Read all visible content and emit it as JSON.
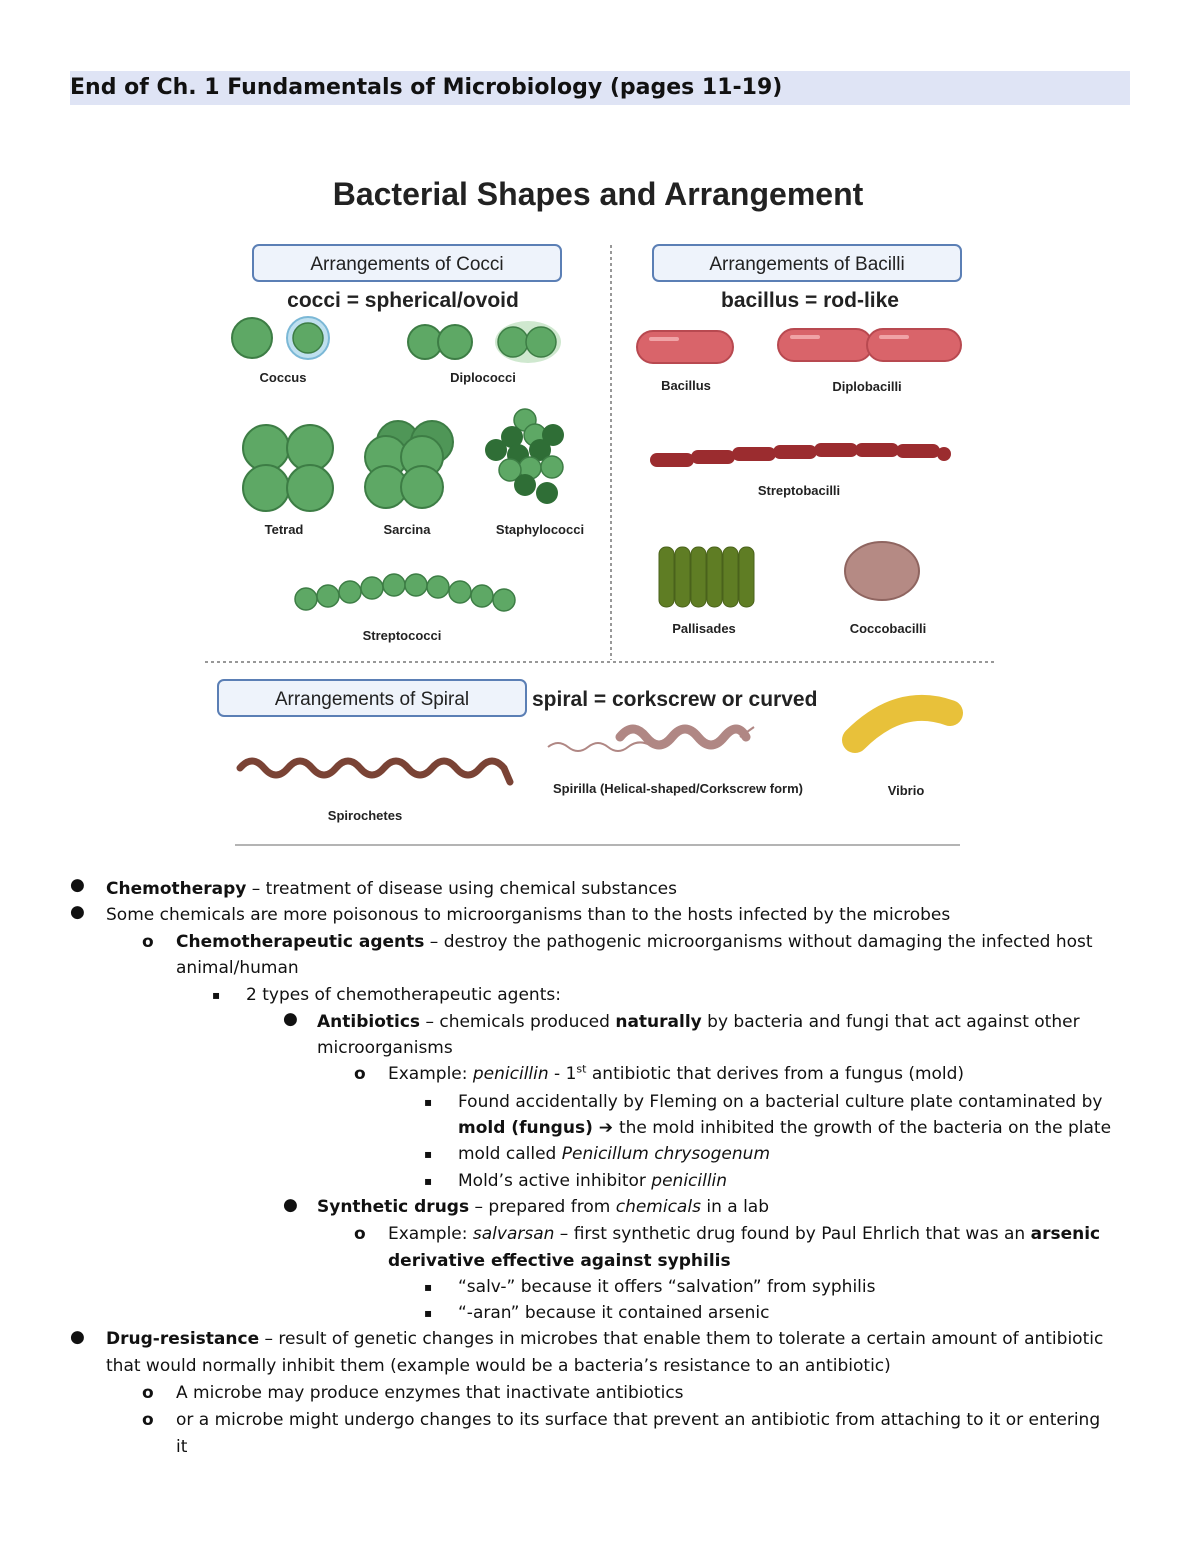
{
  "heading": "End of Ch. 1 Fundamentals of Microbiology (pages 11-19)",
  "figure": {
    "title": "Bacterial Shapes and Arrangement",
    "cocci_box": "Arrangements of Cocci",
    "cocci_def": "cocci = spherical/ovoid",
    "bacilli_box": "Arrangements of Bacilli",
    "bacilli_def": "bacillus = rod-like",
    "spiral_box": "Arrangements of Spiral",
    "spiral_def": "spiral = corkscrew or curved",
    "labels": {
      "coccus": "Coccus",
      "diplococci": "Diplococci",
      "tetrad": "Tetrad",
      "sarcina": "Sarcina",
      "staphylococci": "Staphylococci",
      "streptococci": "Streptococci",
      "bacillus": "Bacillus",
      "diplobacilli": "Diplobacilli",
      "streptobacilli": "Streptobacilli",
      "pallisades": "Pallisades",
      "coccobacilli": "Coccobacilli",
      "spirochetes": "Spirochetes",
      "spirilla": "Spirilla (Helical-shaped/Corkscrew form)",
      "vibrio": "Vibrio"
    }
  },
  "notes": {
    "chemo_term": "Chemotherapy",
    "chemo_def": " – treatment of disease using chemical substances",
    "poison": "Some chemicals are more poisonous to microorganisms than to the hosts infected by the microbes",
    "agents_term": "Chemotherapeutic agents",
    "agents_def1": " – destroy the pathogenic microorganisms without damaging the infected host",
    "agents_def2": "animal/human",
    "two_types": "2 types of chemotherapeutic agents:",
    "antibiotics_term": "Antibiotics",
    "antibiotics_def_a": " – chemicals produced ",
    "antibiotics_def_bold": "naturally",
    "antibiotics_def_b": " by bacteria and fungi that act against other",
    "antibiotics_def2": "microorganisms",
    "example_label": "Example: ",
    "penicillin": "penicillin",
    "penicillin_rest_a": "  - 1",
    "penicillin_sup": "st",
    "penicillin_rest_b": " antibiotic that derives from a fungus (mold)",
    "fleming1": "Found accidentally by Fleming on a bacterial culture plate contaminated by",
    "fleming2_bold": "mold (fungus)",
    "fleming2_arrow": " ➔ ",
    "fleming2_rest": " the mold inhibited the growth of the bacteria on the plate",
    "mold_called": "mold called ",
    "penicillum": "Penicillum chrysogenum",
    "active_inhibitor": "Mold’s active inhibitor ",
    "penicillin2": "penicillin",
    "synthetic_term": "Synthetic drugs",
    "synthetic_def_a": " – prepared from ",
    "synthetic_def_i": "chemicals",
    "synthetic_def_b": " in a lab",
    "example_label2": "Example: ",
    "salvarsan": "salvarsan",
    "salvarsan_rest": " – first synthetic drug found by Paul Ehrlich that was an ",
    "arsenic_bold": "arsenic",
    "arsenic_line2": "derivative effective against syphilis",
    "salv": "“salv-” because it offers “salvation” from syphilis",
    "aran": "“-aran” because it contained arsenic",
    "drug_term": "Drug-resistance",
    "drug_def1": " – result of genetic changes in microbes that enable them to tolerate a certain amount of antibiotic",
    "drug_def2": "that would normally inhibit them (example would be a bacteria’s resistance to an antibiotic)",
    "enzymes": "A microbe may produce enzymes that inactivate antibiotics",
    "surface1": "or a microbe might undergo changes to its surface that prevent an antibiotic from attaching to it or entering",
    "surface2": "it"
  },
  "bullet_symbols": {
    "level1": "●",
    "level2": "o",
    "level3": "▪"
  }
}
